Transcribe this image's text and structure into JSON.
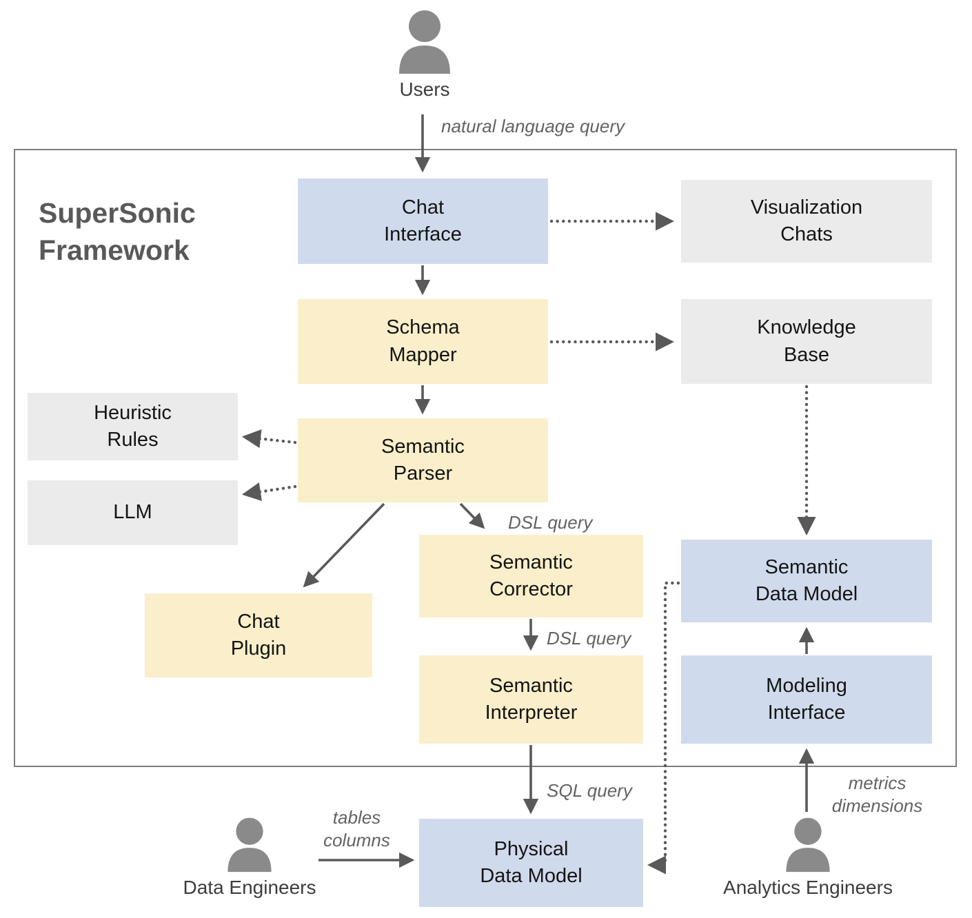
{
  "title": "SuperSonic\nFramework",
  "actors": {
    "users": {
      "label": "Users"
    },
    "data_engineers": {
      "label": "Data Engineers"
    },
    "analytics_engineers": {
      "label": "Analytics Engineers"
    }
  },
  "nodes": {
    "chat_interface": {
      "label": "Chat\nInterface",
      "type": "blue"
    },
    "visualization_chats": {
      "label": "Visualization\nChats",
      "type": "gray"
    },
    "schema_mapper": {
      "label": "Schema\nMapper",
      "type": "yellow"
    },
    "knowledge_base": {
      "label": "Knowledge\nBase",
      "type": "gray"
    },
    "heuristic_rules": {
      "label": "Heuristic\nRules",
      "type": "gray"
    },
    "llm": {
      "label": "LLM",
      "type": "gray"
    },
    "semantic_parser": {
      "label": "Semantic\nParser",
      "type": "yellow"
    },
    "chat_plugin": {
      "label": "Chat\nPlugin",
      "type": "yellow"
    },
    "semantic_corrector": {
      "label": "Semantic\nCorrector",
      "type": "yellow"
    },
    "semantic_interpreter": {
      "label": "Semantic\nInterpreter",
      "type": "yellow"
    },
    "semantic_data_model": {
      "label": "Semantic\nData Model",
      "type": "blue"
    },
    "modeling_interface": {
      "label": "Modeling\nInterface",
      "type": "blue"
    },
    "physical_data_model": {
      "label": "Physical\nData Model",
      "type": "blue"
    }
  },
  "edge_labels": {
    "natural_language_query": "natural language query",
    "dsl_query_1": "DSL query",
    "dsl_query_2": "DSL query",
    "sql_query": "SQL query",
    "tables_columns": "tables\ncolumns",
    "metrics_dimensions": "metrics\ndimensions"
  },
  "colors": {
    "blue_node": "#cfdbec",
    "yellow_node": "#faefca",
    "gray_node": "#ebebeb",
    "frame_border": "#7d7d7d",
    "arrow": "#595959",
    "edge_label_text": "#636363",
    "node_text": "#141414",
    "person_icon": "#8a8a8a"
  }
}
